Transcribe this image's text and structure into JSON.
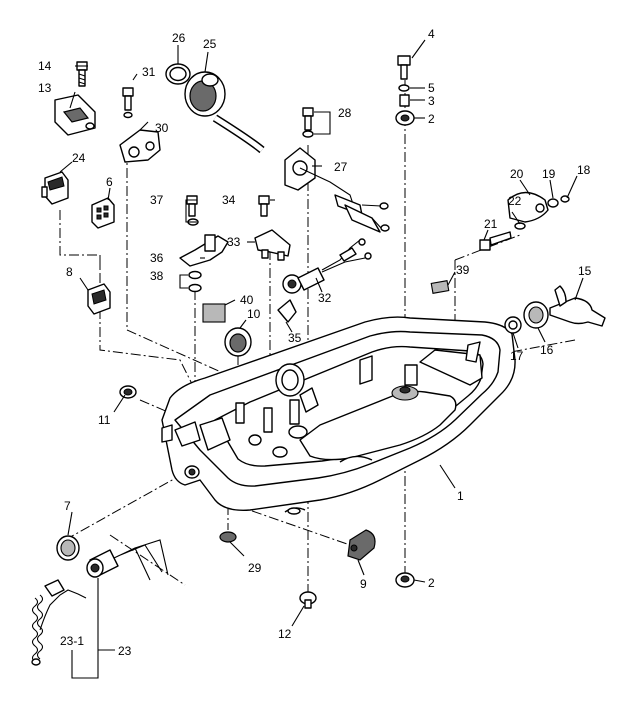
{
  "diagram": {
    "callouts": [
      {
        "id": "c1",
        "text": "1"
      },
      {
        "id": "c2a",
        "text": "2"
      },
      {
        "id": "c2b",
        "text": "2"
      },
      {
        "id": "c3",
        "text": "3"
      },
      {
        "id": "c4",
        "text": "4"
      },
      {
        "id": "c5",
        "text": "5"
      },
      {
        "id": "c6",
        "text": "6"
      },
      {
        "id": "c7",
        "text": "7"
      },
      {
        "id": "c8",
        "text": "8"
      },
      {
        "id": "c9",
        "text": "9"
      },
      {
        "id": "c10",
        "text": "10"
      },
      {
        "id": "c11",
        "text": "11"
      },
      {
        "id": "c12",
        "text": "12"
      },
      {
        "id": "c13",
        "text": "13"
      },
      {
        "id": "c14",
        "text": "14"
      },
      {
        "id": "c15",
        "text": "15"
      },
      {
        "id": "c16",
        "text": "16"
      },
      {
        "id": "c17",
        "text": "17"
      },
      {
        "id": "c18",
        "text": "18"
      },
      {
        "id": "c19",
        "text": "19"
      },
      {
        "id": "c20",
        "text": "20"
      },
      {
        "id": "c21",
        "text": "21"
      },
      {
        "id": "c22",
        "text": "22"
      },
      {
        "id": "c23",
        "text": "23"
      },
      {
        "id": "c23_1",
        "text": "23-1"
      },
      {
        "id": "c24",
        "text": "24"
      },
      {
        "id": "c25",
        "text": "25"
      },
      {
        "id": "c26",
        "text": "26"
      },
      {
        "id": "c27",
        "text": "27"
      },
      {
        "id": "c28",
        "text": "28"
      },
      {
        "id": "c29",
        "text": "29"
      },
      {
        "id": "c30",
        "text": "30"
      },
      {
        "id": "c31",
        "text": "31"
      },
      {
        "id": "c32",
        "text": "32"
      },
      {
        "id": "c33",
        "text": "33"
      },
      {
        "id": "c34",
        "text": "34"
      },
      {
        "id": "c35",
        "text": "35"
      },
      {
        "id": "c36",
        "text": "36"
      },
      {
        "id": "c37",
        "text": "37"
      },
      {
        "id": "c38",
        "text": "38"
      },
      {
        "id": "c39",
        "text": "39"
      },
      {
        "id": "c40",
        "text": "40"
      }
    ]
  }
}
